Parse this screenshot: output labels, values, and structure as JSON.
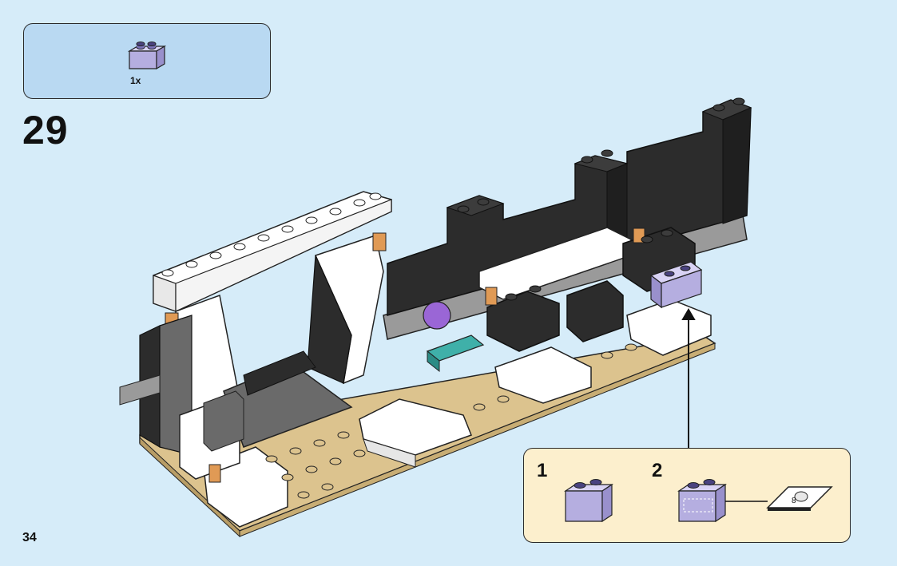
{
  "step": {
    "number": "29"
  },
  "page": {
    "number": "34"
  },
  "parts_list": {
    "items": [
      {
        "part": "brick-1x2-transparent-purple",
        "quantity": "1x"
      }
    ]
  },
  "callout": {
    "substeps": [
      {
        "number": "1",
        "image": "brick-1x2-transparent-purple"
      },
      {
        "number": "2",
        "image": "brick-1x2-transparent-purple-with-sticker"
      }
    ]
  },
  "colors": {
    "page_background": "#d6ecf9",
    "parts_box": "#b9d9f2",
    "callout_box": "#fcefcd",
    "trans_purple": "#b5aee0",
    "tan_plate": "#dcc38e",
    "black_brick": "#2c2c2c",
    "white_brick": "#ffffff",
    "dark_grey": "#6a6a6a"
  }
}
